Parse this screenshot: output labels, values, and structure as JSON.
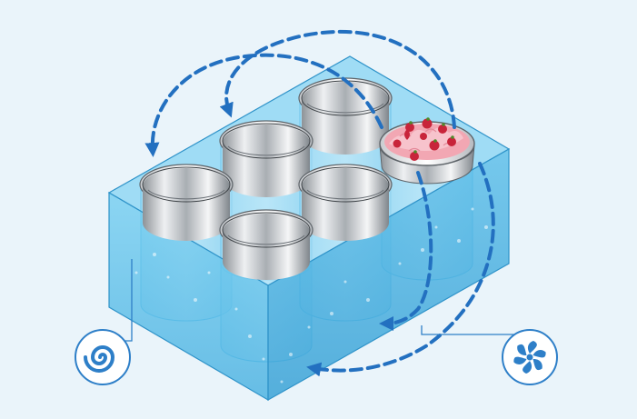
{
  "diagram": {
    "colors": {
      "background": "#eaf4fa",
      "tank_fill": "#5cc3ec",
      "tank_top": "#7fd0f2",
      "tank_side": "#4fb3de",
      "tank_edge": "#2f93c9",
      "arrow": "#2370c0",
      "icon": "#2e7fc8",
      "steel_dark": "#8a8f94",
      "steel_light": "#f4f5f6",
      "ice_cream": "#f2a7b3",
      "strawberry": "#c8243a"
    },
    "components": {
      "containers": 6,
      "filled_container": "ice-cream-container",
      "left_icon": "spiral-icon",
      "right_icon": "fan-icon",
      "arrows": "circulation-dashed-arrows"
    }
  }
}
